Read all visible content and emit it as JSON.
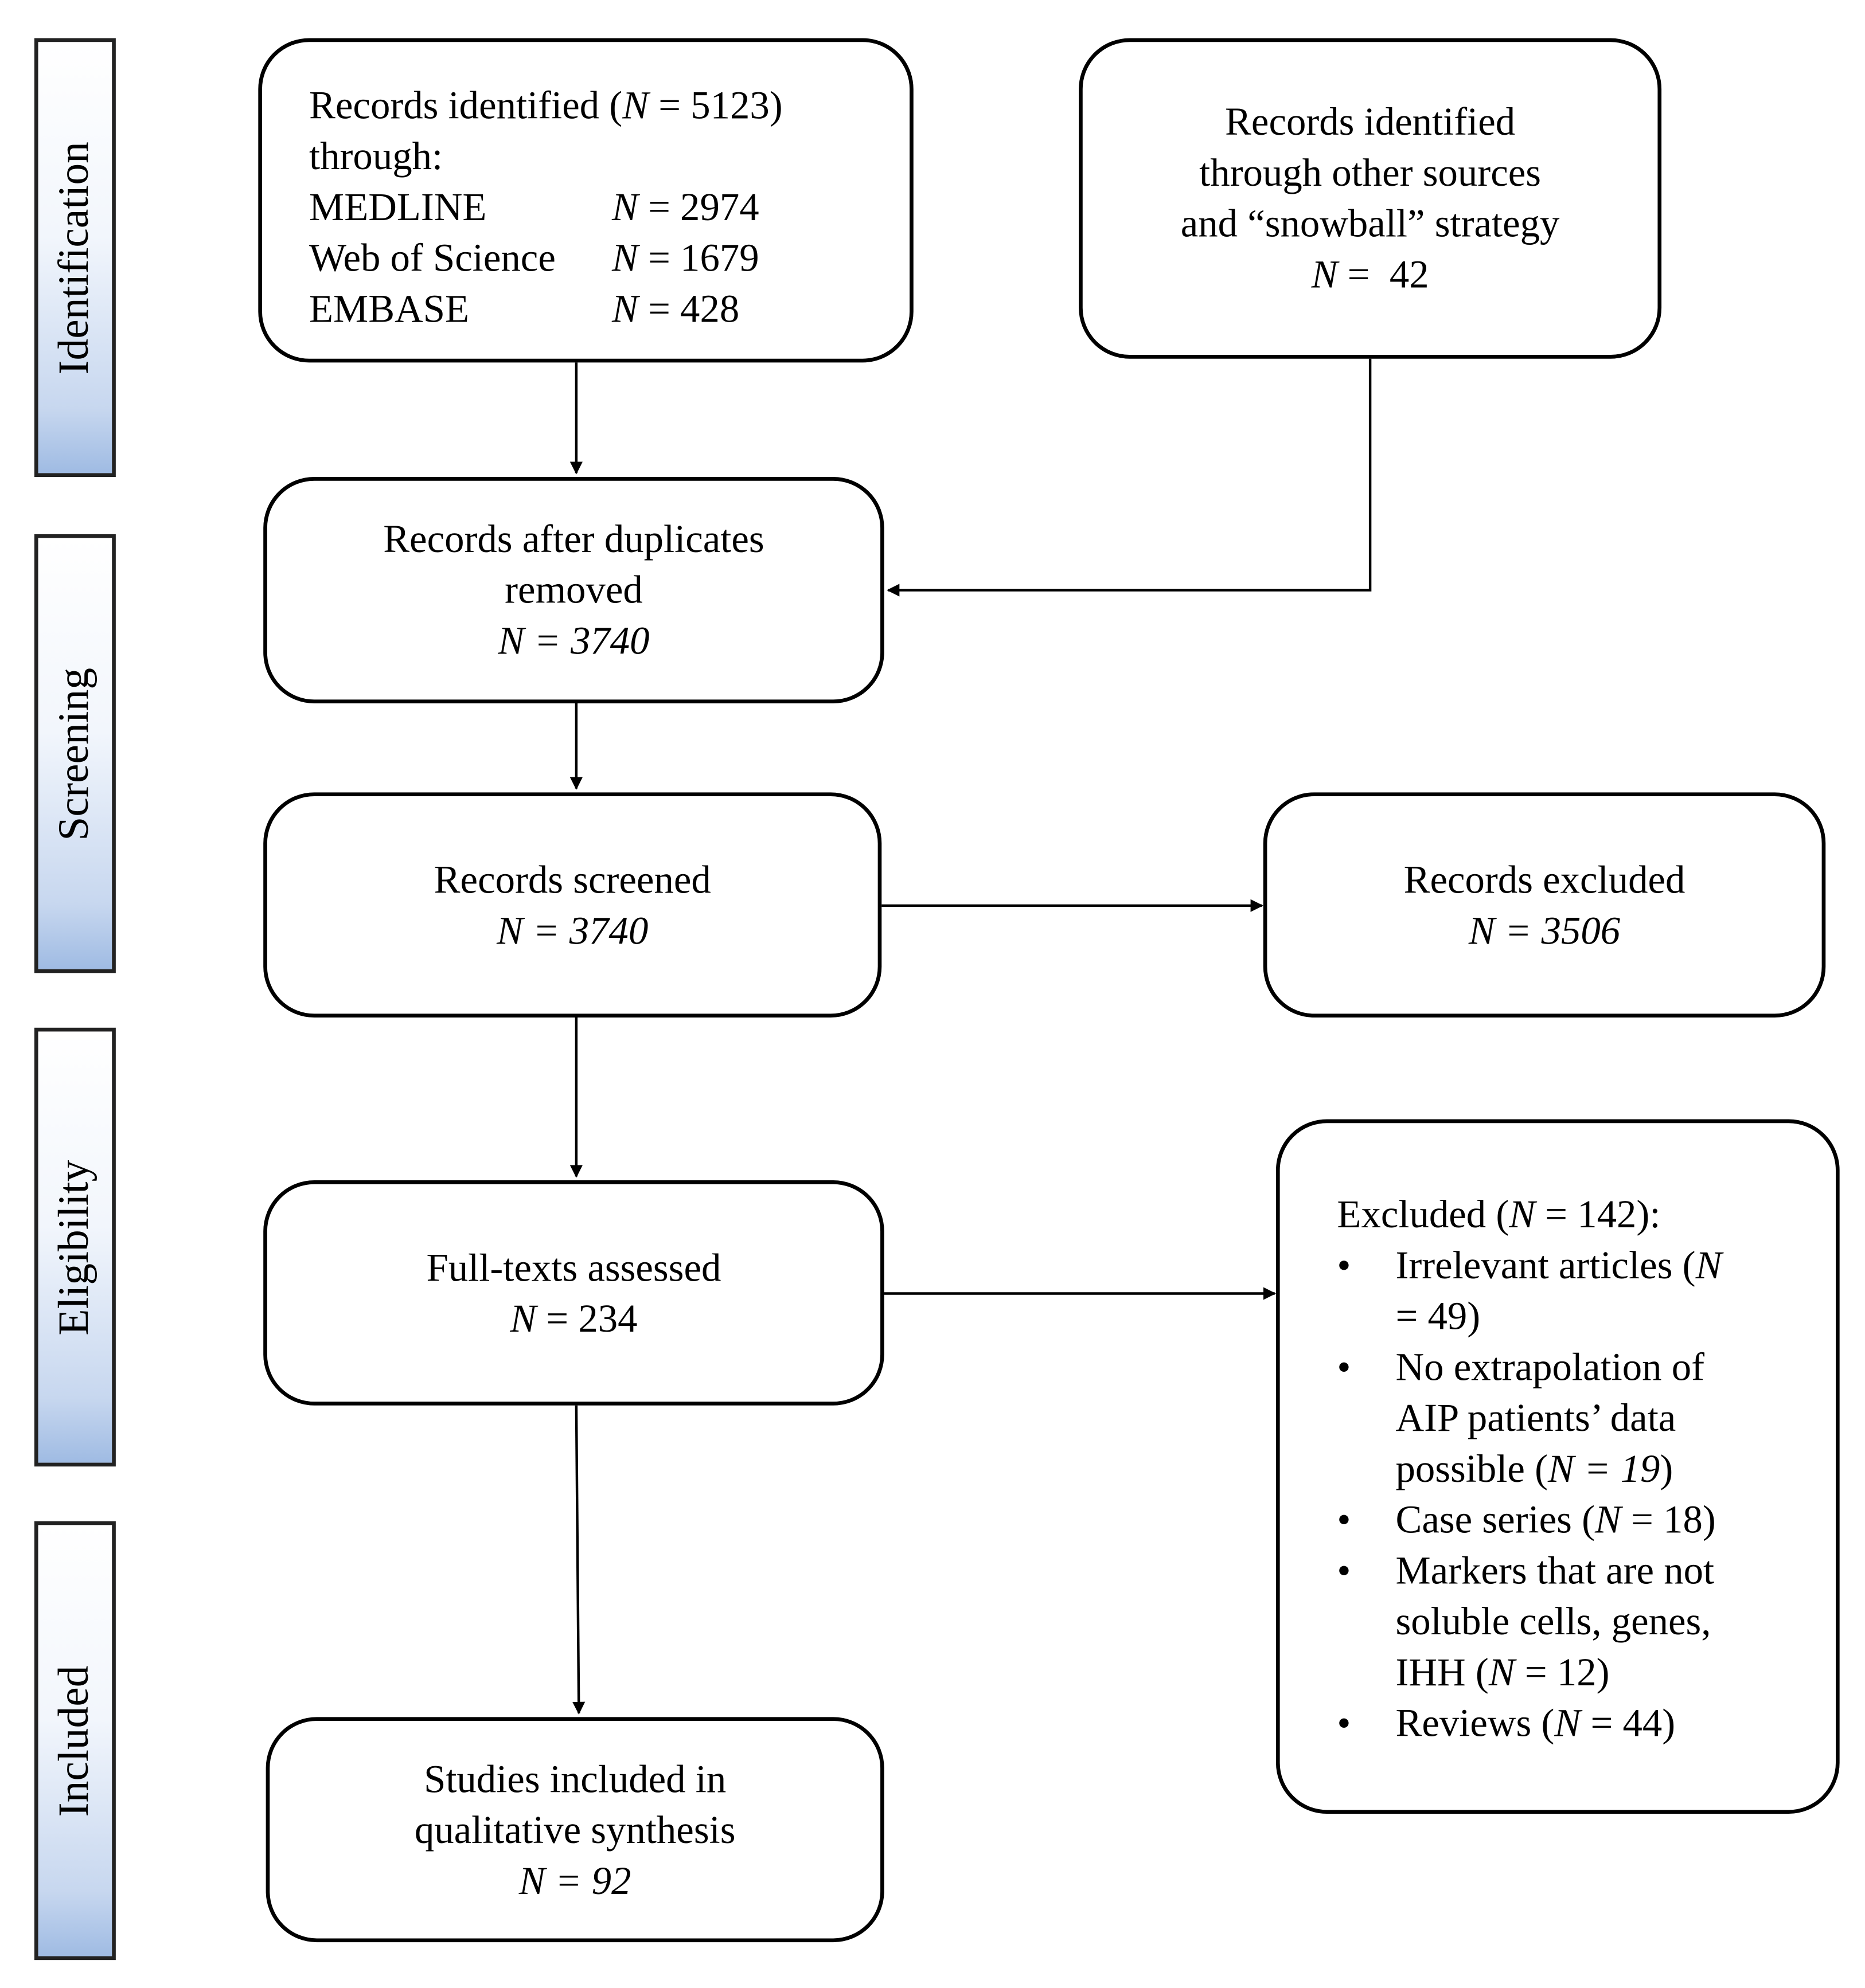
{
  "phases": {
    "identification": "Identification",
    "screening": "Screening",
    "eligibility": "Eligibility",
    "included": "Included"
  },
  "identified": {
    "line1_pre": "Records identified (",
    "n": "N",
    "line1_post": " = 5123)",
    "line2": "through:",
    "sources": [
      {
        "name": "MEDLINE",
        "n": "N",
        "value": " = 2974"
      },
      {
        "name": "Web of Science",
        "n": "N",
        "value": " = 1679"
      },
      {
        "name": "EMBASE",
        "n": "N",
        "value": " = 428"
      }
    ]
  },
  "other_sources": {
    "line1": "Records identified",
    "line2": "through other sources",
    "line3": "and “snowball” strategy",
    "n": "N",
    "value": " =  42"
  },
  "duplicates_removed": {
    "line1": "Records after duplicates",
    "line2": "removed",
    "n": "N",
    "value": " = 3740"
  },
  "screened": {
    "line1": "Records screened",
    "n": "N",
    "value": " = 3740"
  },
  "excluded_records": {
    "line1": "Records excluded",
    "n": "N",
    "value": " = 3506"
  },
  "full_texts": {
    "line1": "Full-texts assessed",
    "n": "N",
    "value": " = 234"
  },
  "included_studies": {
    "line1": "Studies included in",
    "line2": "qualitative synthesis",
    "n": "N",
    "value": " = 92"
  },
  "excluded_full": {
    "header_pre": "Excluded (",
    "n": "N",
    "header_post": " = 142):",
    "bullet_char": "•",
    "items": [
      {
        "pre": "Irrelevant articles (",
        "n": "N",
        "post": "",
        "line2": "= 49)"
      },
      {
        "line1": "No extrapolation of",
        "line2": "AIP patients’ data",
        "line3_pre": "possible (",
        "n": "N",
        "line3_val": " = 19",
        "line3_post": ")"
      },
      {
        "pre": "Case series (",
        "n": "N",
        "post": " = 18)"
      },
      {
        "line1": "Markers that are not",
        "line2": "soluble cells, genes,",
        "line3_pre": "IHH (",
        "n": "N",
        "line3_post": " = 12)"
      },
      {
        "pre": "Reviews (",
        "n": "N",
        "post": " = 44)"
      }
    ]
  }
}
